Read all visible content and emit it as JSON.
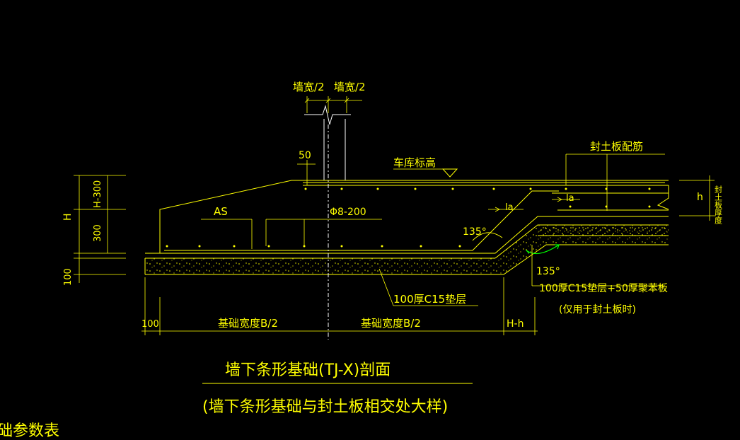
{
  "labels": {
    "wall_half_left": "墙宽/2",
    "wall_half_right": "墙宽/2",
    "dim_50": "50",
    "garage_elevation": "车库标高",
    "seal_slab_rebar": "封土板配筋",
    "seal_slab_thickness": "封土板厚度",
    "h_small": "h",
    "la_left": "la",
    "la_right": "la",
    "as": "AS",
    "rebar_spec": "Φ8-200",
    "angle_left": "135°",
    "angle_right": "135°",
    "h_minus_300": "H-300",
    "dim_300": "300",
    "H": "H",
    "dim_100_left": "100",
    "cushion": "100厚C15垫层",
    "cushion_plus": "100厚C15垫层+50厚聚苯板",
    "seal_only": "(仅用于封土板时)",
    "dim_100_bottom": "100",
    "base_half_left": "基础宽度B/2",
    "base_half_right": "基础宽度B/2",
    "h_minus_h": "H-h",
    "title": "墙下条形基础(TJ-X)剖面",
    "subtitle": "(墙下条形基础与封土板相交处大样)",
    "corner_text": "础参数表"
  },
  "colors": {
    "line": "#ffff00",
    "outline": "#ffffff",
    "accent": "#00ff00",
    "background": "#000000"
  }
}
